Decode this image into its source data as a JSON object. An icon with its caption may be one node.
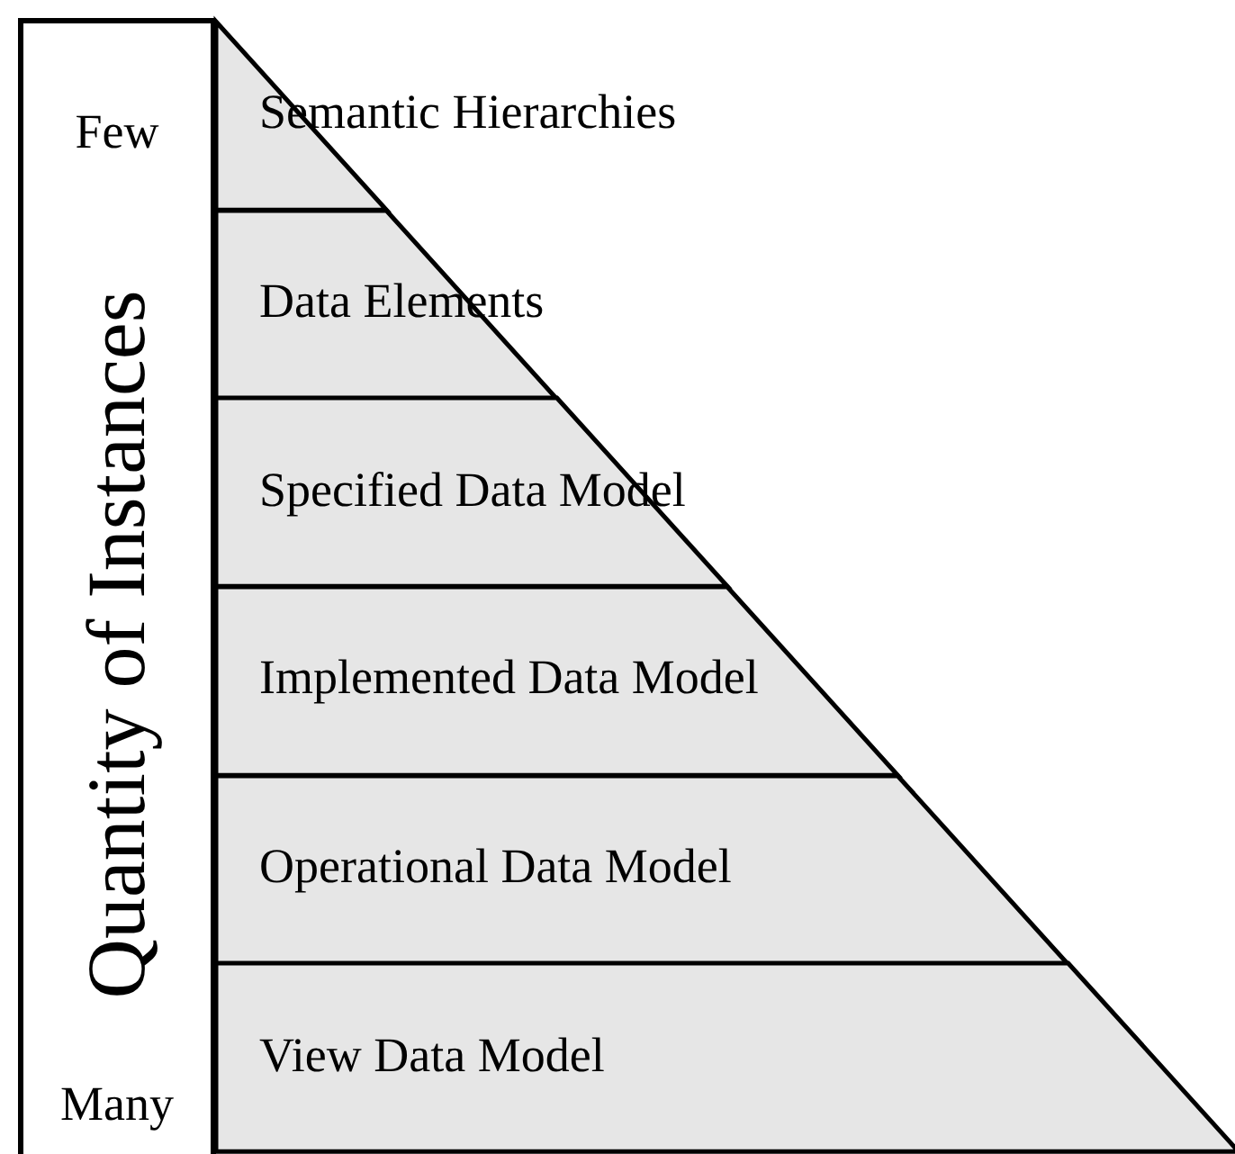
{
  "diagram": {
    "nodes": [
      {
        "text": [
          "Few",
          "Quantity of Instances",
          "Many"
        ]
      },
      {
        "text": [
          "Semantic Hierarchies"
        ]
      },
      {
        "text": [
          "Data Elements"
        ]
      },
      {
        "text": [
          "Specified Data Model"
        ]
      },
      {
        "text": [
          "Implemented Data Model"
        ]
      },
      {
        "text": [
          "Operational Data Model"
        ]
      },
      {
        "text": [
          "View Data Model"
        ]
      }
    ]
  }
}
